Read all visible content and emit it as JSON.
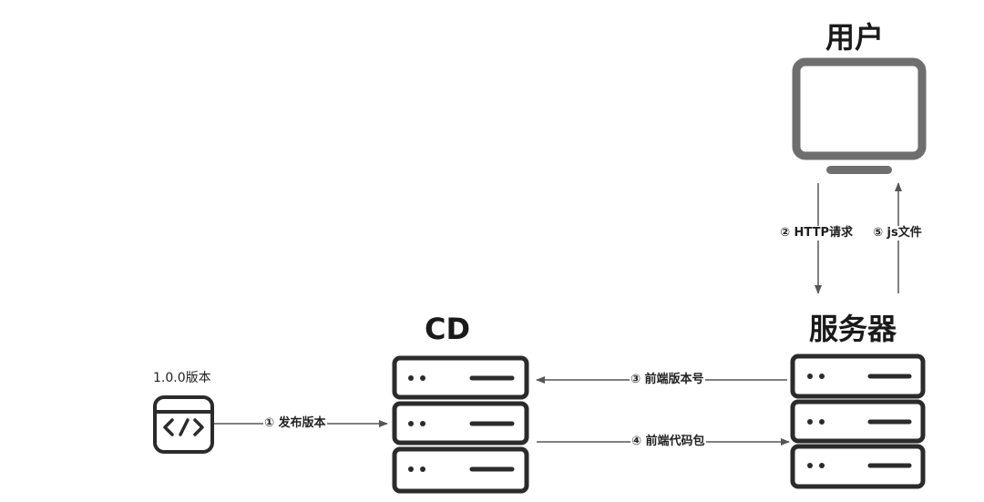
{
  "nodes": {
    "user": {
      "title": "用户"
    },
    "server": {
      "title": "服务器"
    },
    "cd": {
      "title": "CD"
    },
    "code": {
      "version_label": "1.0.0版本"
    }
  },
  "edges": {
    "publish": "① 发布版本",
    "http_request": "② HTTP请求",
    "frontend_version": "③ 前端版本号",
    "frontend_package": "④ 前端代码包",
    "js_file": "⑤ js文件"
  },
  "colors": {
    "stroke": "#2b2b2b",
    "monitor": "#6e6e6e",
    "arrow": "#555555"
  }
}
